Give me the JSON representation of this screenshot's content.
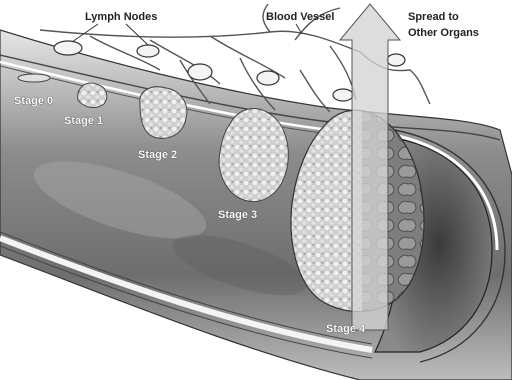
{
  "labels": {
    "lymph_nodes": "Lymph Nodes",
    "blood_vessel": "Blood Vessel",
    "spread_line1": "Spread to",
    "spread_line2": "Other Organs",
    "stage0": "Stage 0",
    "stage1": "Stage 1",
    "stage2": "Stage 2",
    "stage3": "Stage 3",
    "stage4": "Stage 4"
  },
  "colors": {
    "background": "#ffffff",
    "tissue_dark": "#5a5a5a",
    "tissue_mid": "#9a9a9a",
    "tissue_light": "#d8d8d8",
    "tumor": "#c8c8c8",
    "outline": "#222222"
  }
}
